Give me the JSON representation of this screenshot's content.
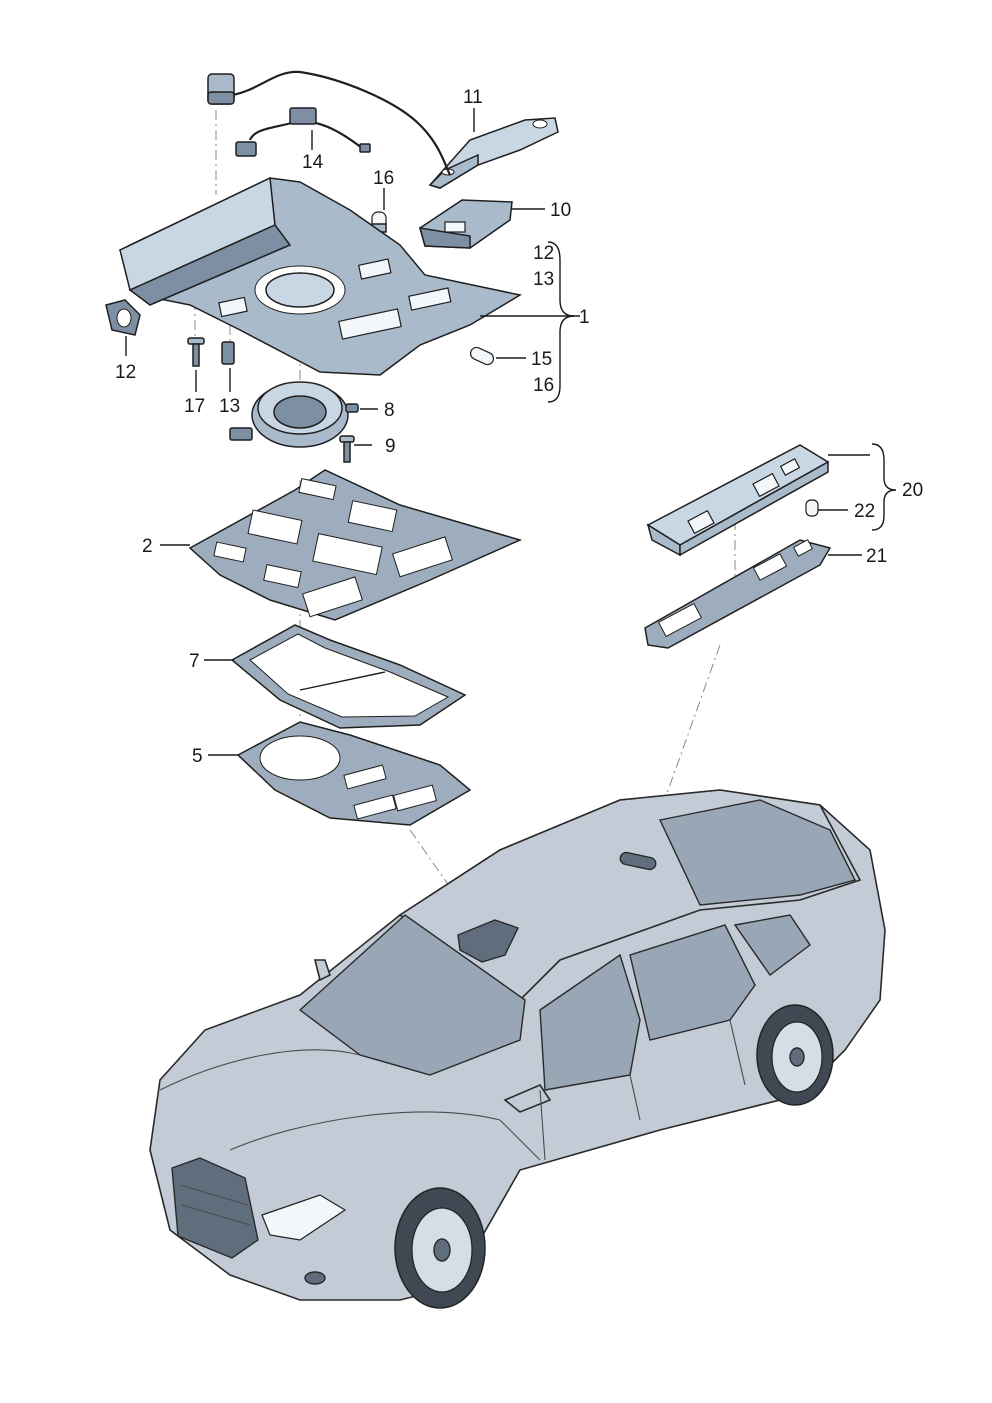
{
  "diagram": {
    "callouts": [
      {
        "id": "c11",
        "text": "11"
      },
      {
        "id": "c14",
        "text": "14"
      },
      {
        "id": "c16a",
        "text": "16"
      },
      {
        "id": "c10",
        "text": "10"
      },
      {
        "id": "c12a",
        "text": "12"
      },
      {
        "id": "c13a",
        "text": "13"
      },
      {
        "id": "c1",
        "text": "1"
      },
      {
        "id": "c15",
        "text": "15"
      },
      {
        "id": "c16b",
        "text": "16"
      },
      {
        "id": "c12b",
        "text": "12"
      },
      {
        "id": "c17",
        "text": "17"
      },
      {
        "id": "c13b",
        "text": "13"
      },
      {
        "id": "c8",
        "text": "8"
      },
      {
        "id": "c9",
        "text": "9"
      },
      {
        "id": "c2",
        "text": "2"
      },
      {
        "id": "c20",
        "text": "20"
      },
      {
        "id": "c22",
        "text": "22"
      },
      {
        "id": "c21",
        "text": "21"
      },
      {
        "id": "c7",
        "text": "7"
      },
      {
        "id": "c5",
        "text": "5"
      }
    ]
  }
}
